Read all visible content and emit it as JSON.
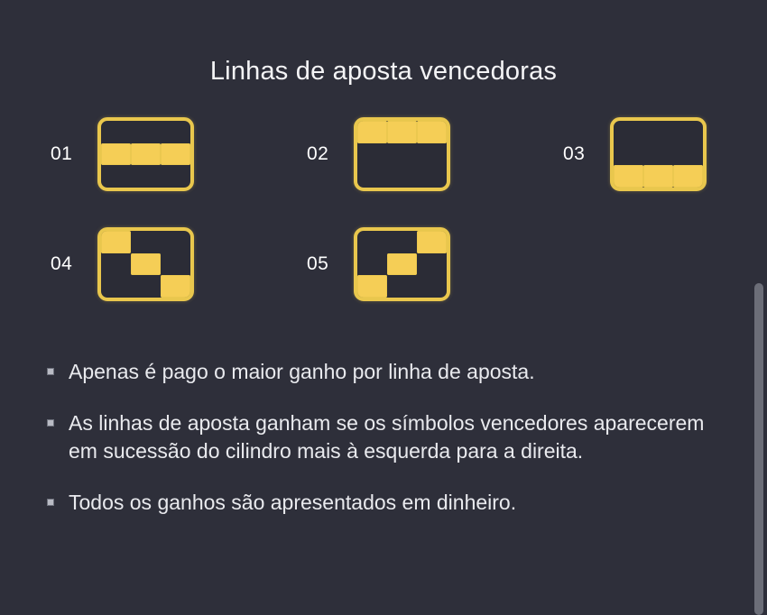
{
  "theme": {
    "background": "#2e2f3a",
    "accent": "#e9c74d",
    "cell_fill": "#f5ce56",
    "title_color": "#f4f4f6",
    "text_color": "#e9eaee",
    "scrollbar_color": "#6c6e78"
  },
  "header": {
    "title": "Linhas de aposta vencedoras"
  },
  "paylines": {
    "grid_rows": 3,
    "grid_cols": 3,
    "items": [
      {
        "label": "01",
        "pattern": [
          [
            0,
            0,
            0
          ],
          [
            1,
            1,
            1
          ],
          [
            0,
            0,
            0
          ]
        ]
      },
      {
        "label": "02",
        "pattern": [
          [
            1,
            1,
            1
          ],
          [
            0,
            0,
            0
          ],
          [
            0,
            0,
            0
          ]
        ]
      },
      {
        "label": "03",
        "pattern": [
          [
            0,
            0,
            0
          ],
          [
            0,
            0,
            0
          ],
          [
            1,
            1,
            1
          ]
        ]
      },
      {
        "label": "04",
        "pattern": [
          [
            1,
            0,
            0
          ],
          [
            0,
            1,
            0
          ],
          [
            0,
            0,
            1
          ]
        ]
      },
      {
        "label": "05",
        "pattern": [
          [
            0,
            0,
            1
          ],
          [
            0,
            1,
            0
          ],
          [
            1,
            0,
            0
          ]
        ]
      }
    ]
  },
  "notes": [
    {
      "text": "Apenas é pago o maior ganho por linha de aposta."
    },
    {
      "text": "As linhas de aposta ganham se os símbolos vencedores aparecerem em sucessão do cilindro mais à esquerda para a direita."
    },
    {
      "text": "Todos os ganhos são apresentados em dinheiro."
    }
  ],
  "scrollbar": {
    "name": "vertical-scrollbar",
    "visible": true
  }
}
